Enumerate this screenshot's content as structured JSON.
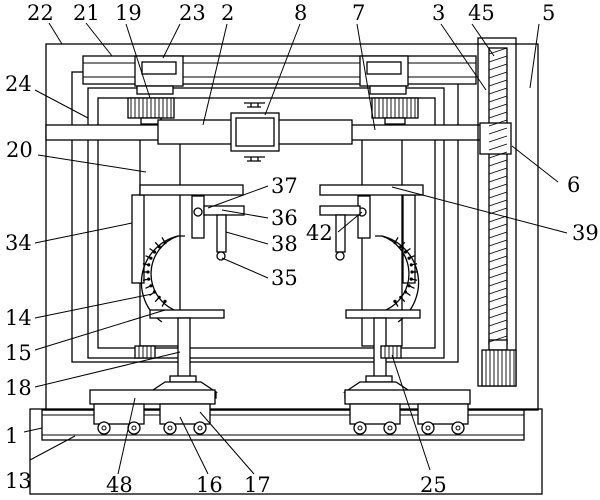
{
  "figure": {
    "labels": {
      "l1": "1",
      "l2": "2",
      "l3": "3",
      "l5": "5",
      "l6": "6",
      "l7": "7",
      "l8": "8",
      "l13": "13",
      "l14": "14",
      "l15": "15",
      "l16": "16",
      "l17": "17",
      "l18": "18",
      "l19": "19",
      "l20": "20",
      "l21": "21",
      "l22": "22",
      "l23": "23",
      "l24": "24",
      "l25": "25",
      "l34": "34",
      "l35": "35",
      "l36": "36",
      "l37": "37",
      "l38": "38",
      "l39": "39",
      "l42": "42",
      "l45": "45",
      "l48": "48"
    }
  }
}
